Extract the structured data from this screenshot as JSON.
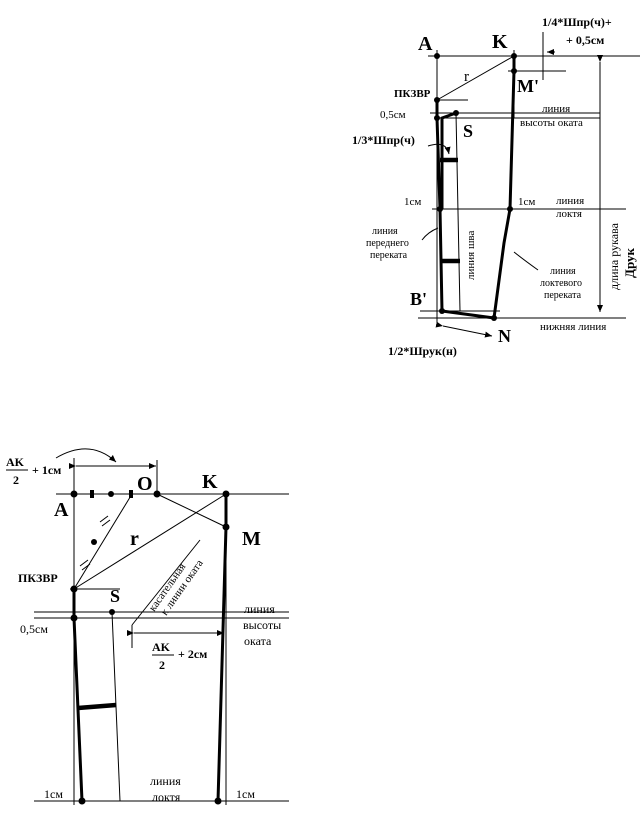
{
  "top": {
    "A": "A",
    "K": "K",
    "M": "M'",
    "S": "S",
    "B": "B'",
    "N": "N",
    "r": "r",
    "pkzvr": "ПКЗВР",
    "half_cm": "0,5см",
    "one_cm": "1см",
    "one_cm_right": "1см",
    "fourth_line1": "1/4*Шпр(ч)+",
    "fourth_line2": "+ 0,5см",
    "third": "1/3*Шпр(ч)",
    "half_hand": "1/2*Шрук(н)",
    "okat_line1": "линия",
    "okat_line2": "высоты оката",
    "elbow_line1": "линия",
    "elbow_line2": "локтя",
    "front_line1": "линия",
    "front_line2": "переднего",
    "front_line3": "переката",
    "seam_line": "линия шва",
    "elbowroll_line1": "линия",
    "elbowroll_line2": "локтевого",
    "elbowroll_line3": "переката",
    "bottom_line": "нижняя линия",
    "sleeve_length": "длина рукава",
    "druk": "Друк"
  },
  "bottom": {
    "A": "A",
    "O": "O",
    "K": "K",
    "M": "M",
    "S": "S",
    "r": "r",
    "pkzvr": "ПКЗВР",
    "half_cm": "0,5см",
    "one_cm_left": "1см",
    "one_cm_right": "1см",
    "frac1_num": "AK",
    "frac1_den": "2",
    "frac1_tail": "+ 1см",
    "frac2_num": "AK",
    "frac2_den": "2",
    "frac2_tail": "+ 2см",
    "tangent_line1": "касательная",
    "tangent_line2": "к линии оката",
    "okat_line1": "линия",
    "okat_line2": "высоты",
    "okat_line3": "оката",
    "elbow_line1": "линия",
    "elbow_line2": "локтя"
  }
}
